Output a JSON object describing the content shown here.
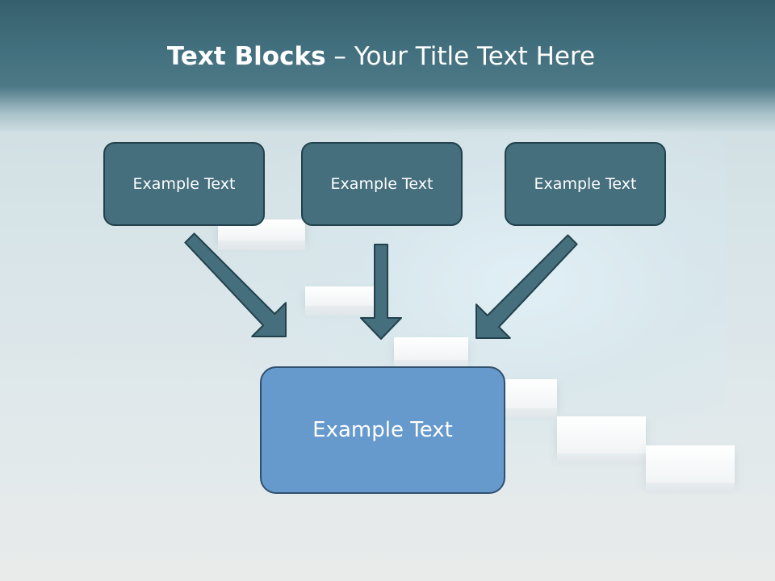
{
  "slide": {
    "title_bold": "Text Blocks",
    "title_dash": "–",
    "title_rest": "Your Title Text Here"
  },
  "blocks": [
    {
      "label": "Example Text"
    },
    {
      "label": "Example Text"
    },
    {
      "label": "Example Text"
    }
  ],
  "main_block": {
    "label": "Example Text"
  },
  "colors": {
    "header": "#426f7d",
    "block_fill": "#456f7d",
    "block_border": "#22414c",
    "main_fill": "#6699cc",
    "main_border": "#30506e",
    "arrow_fill": "#456f7d",
    "arrow_stroke": "#22414c"
  }
}
